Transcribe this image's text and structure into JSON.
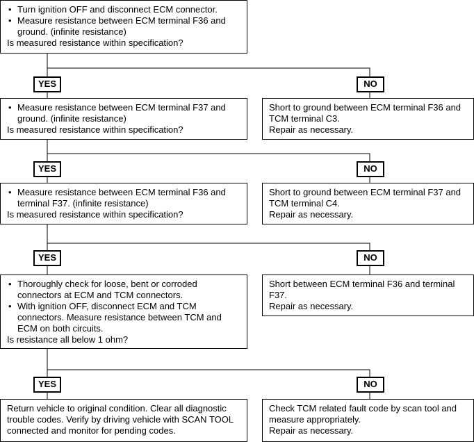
{
  "steps": [
    {
      "bullets": [
        "Turn ignition OFF and disconnect ECM connector.",
        "Measure resistance between ECM terminal F36 and ground. (infinite resistance)"
      ],
      "question": "Is measured resistance within specification?"
    },
    {
      "bullets": [
        "Measure resistance between ECM terminal F37 and ground. (infinite resistance)"
      ],
      "question": "Is measured resistance within specification?",
      "no_result": "Short to ground between ECM terminal F36 and TCM terminal C3.",
      "no_action": "Repair as necessary."
    },
    {
      "bullets": [
        "Measure resistance between ECM terminal F36 and terminal F37. (infinite resistance)"
      ],
      "question": "Is measured resistance within specification?",
      "no_result": "Short to ground between ECM terminal F37 and TCM terminal C4.",
      "no_action": "Repair as necessary."
    },
    {
      "bullets": [
        "Thoroughly check for loose, bent or corroded connectors at ECM and TCM connectors.",
        "With ignition OFF, disconnect ECM and TCM connectors. Measure resistance between TCM and ECM on both circuits."
      ],
      "question": "Is resistance all below 1 ohm?",
      "no_result": "Short between ECM terminal F36 and terminal F37.",
      "no_action": "Repair as necessary."
    }
  ],
  "final_yes": "Return vehicle to original condition. Clear all diagnostic trouble codes. Verify by driving vehicle with SCAN TOOL connected and monitor for pending codes.",
  "final_no": "Check TCM related fault code by scan tool and measure appropriately.",
  "final_no_action": "Repair as necessary.",
  "labels": {
    "yes": "YES",
    "no": "NO"
  }
}
